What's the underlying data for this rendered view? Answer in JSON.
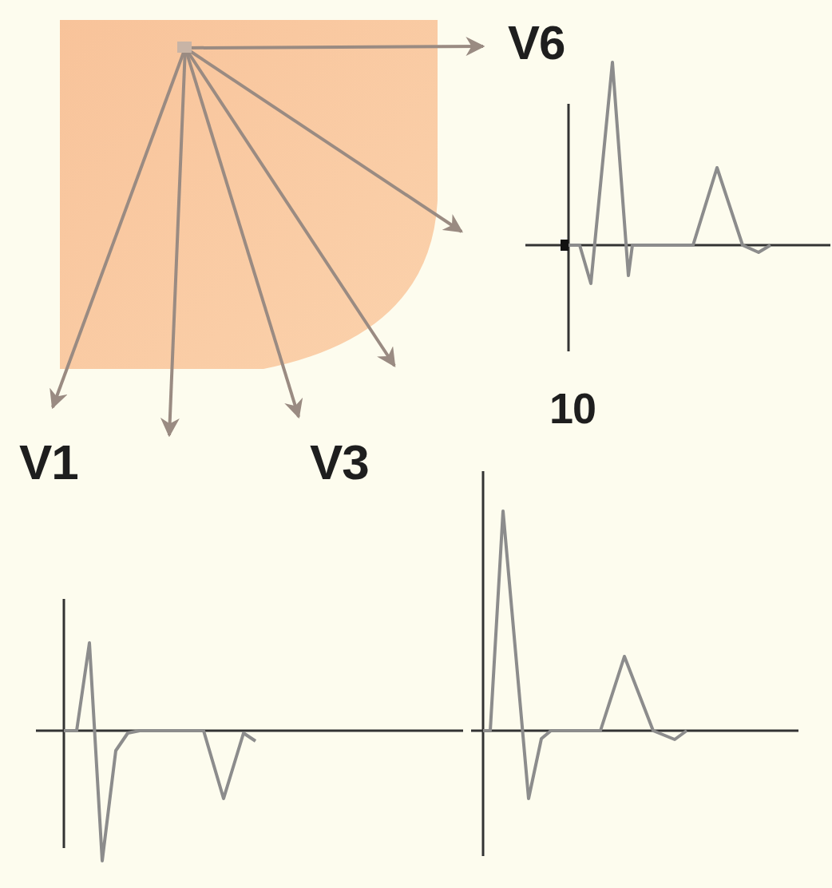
{
  "diagram": {
    "labels": [
      "V6",
      "V1",
      "V3",
      "10"
    ]
  }
}
